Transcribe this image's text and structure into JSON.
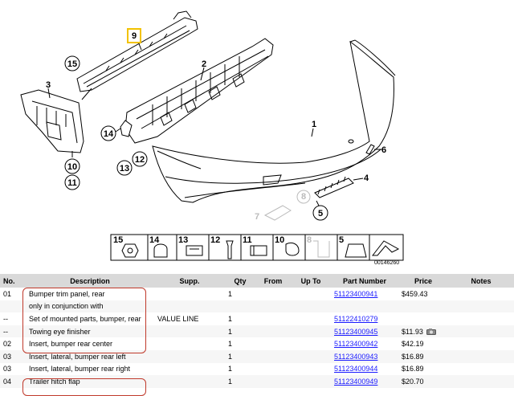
{
  "diagram": {
    "callouts": {
      "c1": "1",
      "c2": "2",
      "c3": "3",
      "c4": "4",
      "c5": "5",
      "c6": "6",
      "c7": "7",
      "c8": "8",
      "c9": "9",
      "c10": "10",
      "c11": "11",
      "c12": "12",
      "c13": "13",
      "c14": "14",
      "c15": "15"
    },
    "legend": {
      "items": [
        "15",
        "14",
        "13",
        "12",
        "11",
        "10",
        "8",
        "5"
      ],
      "diagram_id": "00146260"
    },
    "highlight_color": "#f2c200"
  },
  "table": {
    "headers": {
      "no": "No.",
      "description": "Description",
      "supp": "Supp.",
      "qty": "Qty",
      "from": "From",
      "upto": "Up To",
      "part_number": "Part Number",
      "price": "Price",
      "notes": "Notes"
    },
    "rows": [
      {
        "no": "01",
        "description": "Bumper trim panel, rear",
        "supp": "",
        "qty": "1",
        "from": "",
        "upto": "",
        "part_number": "51123400941",
        "price": "$459.43",
        "notes": ""
      },
      {
        "no": "",
        "description": "only in conjunction with",
        "supp": "",
        "qty": "",
        "from": "",
        "upto": "",
        "part_number": "",
        "price": "",
        "notes": ""
      },
      {
        "no": "--",
        "description": "Set of mounted parts, bumper, rear",
        "supp": "VALUE LINE",
        "qty": "1",
        "from": "",
        "upto": "",
        "part_number": "51122410279",
        "price": "",
        "notes": ""
      },
      {
        "no": "--",
        "description": "Towing eye finisher",
        "supp": "",
        "qty": "1",
        "from": "",
        "upto": "",
        "part_number": "51123400945",
        "price": "$11.93",
        "notes": ""
      },
      {
        "no": "02",
        "description": "Insert, bumper rear center",
        "supp": "",
        "qty": "1",
        "from": "",
        "upto": "",
        "part_number": "51123400942",
        "price": "$42.19",
        "notes": ""
      },
      {
        "no": "03",
        "description": "Insert, lateral, bumper rear left",
        "supp": "",
        "qty": "1",
        "from": "",
        "upto": "",
        "part_number": "51123400943",
        "price": "$16.89",
        "notes": ""
      },
      {
        "no": "03",
        "description": "Insert, lateral, bumper rear right",
        "supp": "",
        "qty": "1",
        "from": "",
        "upto": "",
        "part_number": "51123400944",
        "price": "$16.89",
        "notes": ""
      },
      {
        "no": "04",
        "description": "Trailer hitch flap",
        "supp": "",
        "qty": "1",
        "from": "",
        "upto": "",
        "part_number": "51123400949",
        "price": "$20.70",
        "notes": ""
      }
    ],
    "accent_link_color": "#1a1aff",
    "group_border_color": "#c0392b"
  }
}
